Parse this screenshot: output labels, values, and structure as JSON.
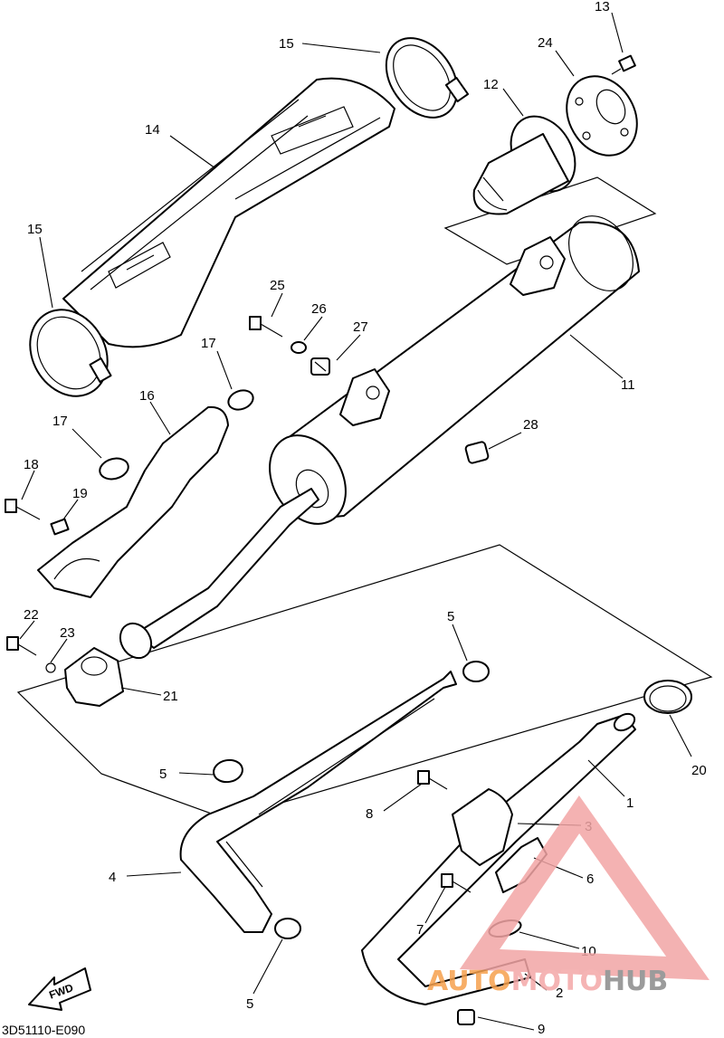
{
  "labels": {
    "l1": "1",
    "l2": "2",
    "l3": "3",
    "l4": "4",
    "l5a": "5",
    "l5b": "5",
    "l5c": "5",
    "l6": "6",
    "l7": "7",
    "l8": "8",
    "l9": "9",
    "l10": "10",
    "l11": "11",
    "l12": "12",
    "l13": "13",
    "l14": "14",
    "l15a": "15",
    "l15b": "15",
    "l16": "16",
    "l17a": "17",
    "l17b": "17",
    "l18": "18",
    "l19": "19",
    "l20": "20",
    "l21": "21",
    "l22": "22",
    "l23": "23",
    "l24": "24",
    "l25": "25",
    "l26": "26",
    "l27": "27",
    "l28": "28"
  },
  "fwd_label": "FWD",
  "diagram_code": "3D51110-E090",
  "watermark": {
    "part1": "AUTO",
    "part2": "MOTO",
    "part3": "HUB",
    "color1": "#f6a04d",
    "color2": "#f4a8a8",
    "color3": "#8a8a8a"
  }
}
